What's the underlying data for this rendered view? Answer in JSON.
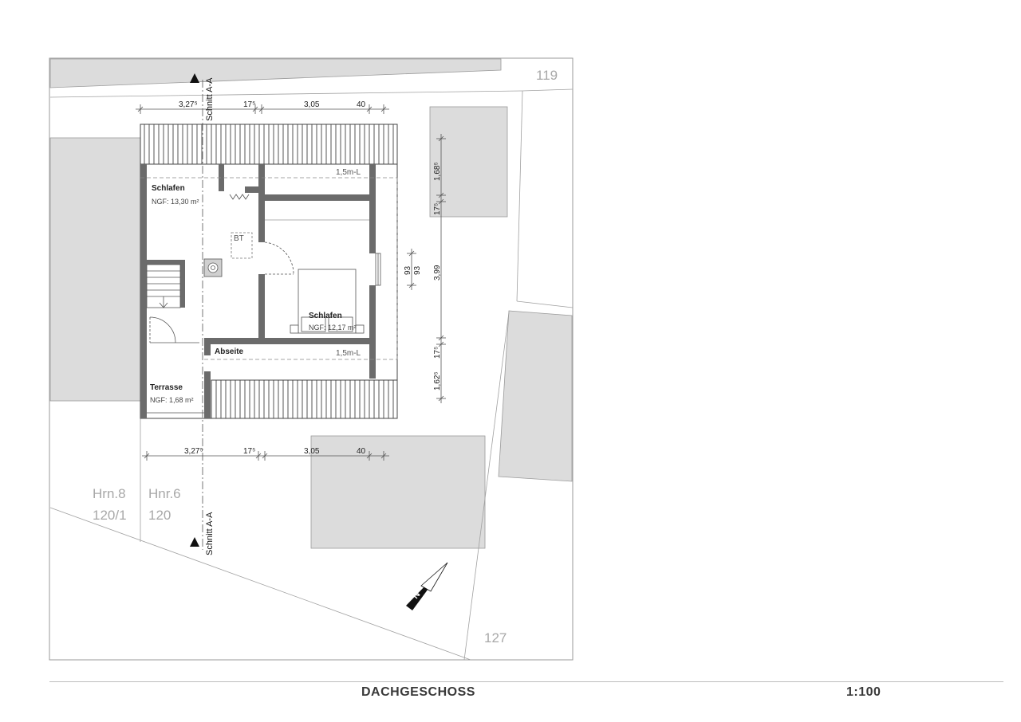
{
  "drawing": {
    "title": "DACHGESCHOSS",
    "scale": "1:100"
  },
  "parcels": {
    "north": "119",
    "south_east": "127",
    "west_label_a": "Hrn.8",
    "west_number_a": "120/1",
    "west_label_b": "Hnr.6",
    "west_number_b": "120"
  },
  "section": {
    "top": "Schnitt A-A",
    "bottom": "Schnitt A-A"
  },
  "rooms": {
    "schlafen_left": {
      "name": "Schlafen",
      "area": "NGF: 13,30 m²"
    },
    "schlafen_right": {
      "name": "Schlafen",
      "area": "NGF: 12,17 m²"
    },
    "abseite": {
      "name": "Abseite"
    },
    "terrasse": {
      "name": "Terrasse",
      "area": "NGF: 1,68 m²"
    },
    "bt": "BT"
  },
  "lines": {
    "height_top": "1,5m-L",
    "height_bottom": "1,5m-L"
  },
  "dimensions": {
    "top": [
      "3,27⁵",
      "17⁵",
      "3,05",
      "40"
    ],
    "bottom": [
      "3,27⁵",
      "17⁵",
      "3,05",
      "40"
    ],
    "right_outer": [
      "1,68⁵",
      "17⁵",
      "3,99",
      "17⁵",
      "1,62⁵"
    ],
    "window": [
      "93",
      "93"
    ]
  },
  "north_arrow": "N",
  "colors": {
    "wall": "#6b6b6b",
    "neighbor": "#dcdcdc",
    "line": "#3a3a3a",
    "parcel_text": "#a8a8a8"
  }
}
